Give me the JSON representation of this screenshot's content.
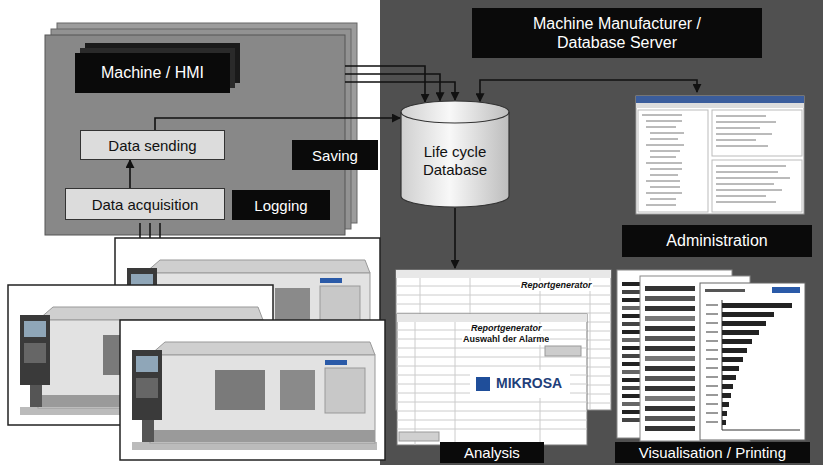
{
  "diagram": {
    "nodes": [
      {
        "text": [
          "Machine / HMI"
        ]
      },
      {
        "text": [
          "Data sending"
        ],
        "in": 0
      },
      {
        "text": [
          "Data acquisition"
        ],
        "in": 0
      },
      {
        "text": [
          "Logging"
        ],
        "in": 0
      },
      {
        "text": [
          "Saving"
        ]
      },
      {
        "text": [
          "Machine Manufacturer / Database Server"
        ]
      },
      {
        "text": [
          "Life cycle Database"
        ],
        "in": 5
      },
      {
        "text": [
          "Administration"
        ],
        "in": 5
      },
      {
        "text": [
          "Analysis"
        ],
        "in": 5
      },
      {
        "text": [
          "Visualisation / Printing"
        ],
        "in": 5
      }
    ],
    "edges": [
      {
        "from": 2,
        "to": 1,
        "arrow": "to"
      },
      {
        "from": 1,
        "to": 6,
        "arrow": "to"
      },
      {
        "from": 0,
        "to": 6,
        "arrow": "to"
      },
      {
        "from": 0,
        "to": 6,
        "arrow": "to"
      },
      {
        "from": 0,
        "to": 6,
        "arrow": "to"
      },
      {
        "from": 6,
        "to": 7,
        "arrow": "both"
      },
      {
        "from": 6,
        "to": 8,
        "arrow": "to"
      }
    ],
    "labels": [
      "Reportgenerator",
      "Reportgenerator",
      "Auswahl der Alarme",
      "MIKROSA"
    ]
  }
}
